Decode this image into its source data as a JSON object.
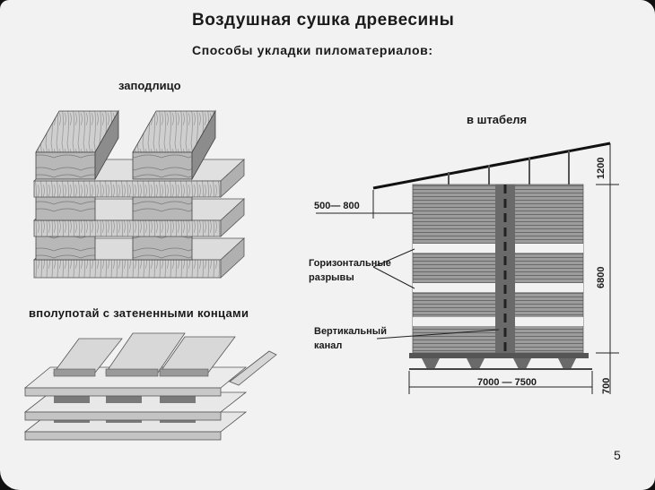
{
  "slide": {
    "title": "Воздушная сушка древесины",
    "subtitle": "Способы укладки пиломатериалов:",
    "page_number": "5"
  },
  "methods": {
    "flush": "заподлицо",
    "halflap": "вполупотай с затененными концами",
    "stack": "в штабеля"
  },
  "stack_diagram": {
    "overhang": "500— 800",
    "roof_height": "1200",
    "stack_height": "6800",
    "stack_length": "7000 — 7500",
    "base_height": "700",
    "horizontal_gaps_line1": "Горизонтальные",
    "horizontal_gaps_line2": "разрывы",
    "vertical_channel_line1": "Вертикальный",
    "vertical_channel_line2": "канал"
  }
}
